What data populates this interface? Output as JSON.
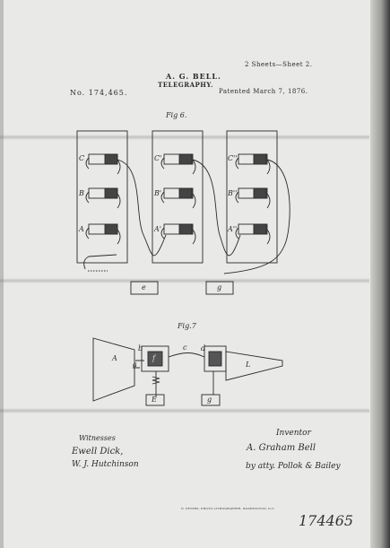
{
  "header": {
    "sheets": "2 Sheets—Sheet 2.",
    "inventor_name": "A. G. BELL.",
    "title": "TELEGRAPHY.",
    "number": "No. 174,465.",
    "patent_date": "Patented March 7, 1876."
  },
  "figures": {
    "fig6_label": "Fig 6.",
    "fig7_label": "Fig.7"
  },
  "fig6": {
    "columns": [
      {
        "labels": [
          "C",
          "B",
          "A"
        ]
      },
      {
        "labels": [
          "C'",
          "B'",
          "A'"
        ]
      },
      {
        "labels": [
          "C''",
          "B''",
          "A''"
        ]
      }
    ],
    "box_e": "e",
    "box_g": "g"
  },
  "fig7": {
    "label_A": "A",
    "label_a": "a",
    "label_b": "b",
    "label_c": "c",
    "label_d": "d",
    "label_f": "f",
    "label_L": "L",
    "box_E": "E",
    "box_g": "g"
  },
  "footer": {
    "witnesses_label": "Witnesses",
    "witness_1": "Ewell Dick,",
    "witness_2": "W. J. Hutchinson",
    "inventor_label": "Inventor",
    "inventor_signature": "A. Graham Bell",
    "attorney": "by atty. Pollok & Bailey",
    "printer": "N. PETERS, PHOTO-LITHOGRAPHER, WASHINGTON, D.C."
  },
  "annotations": {
    "handwritten_number": "174465"
  },
  "colors": {
    "paper": "#e9e9e7",
    "ink": "#2a2a2a"
  }
}
